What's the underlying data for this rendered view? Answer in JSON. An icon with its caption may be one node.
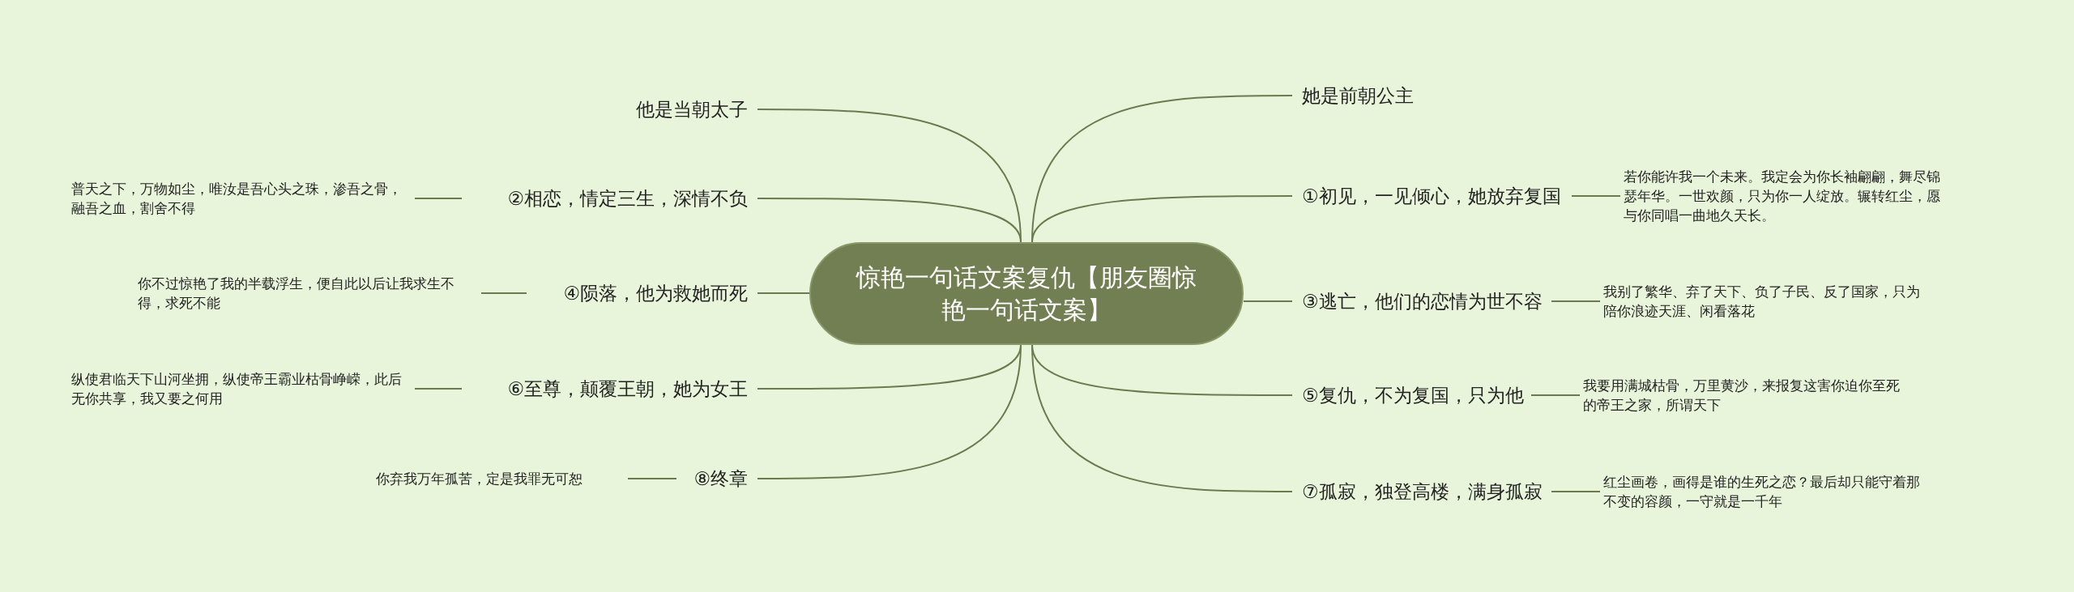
{
  "diagram": {
    "nodes": [
      {
        "text": [
          "惊艳一句话文案复仇【朋友圈惊艳一句话文案】"
        ]
      },
      {
        "text": [
          "他是当朝太子"
        ]
      },
      {
        "text": [
          "②相恋，情定三生，深情不负"
        ]
      },
      {
        "text": [
          "普天之下，万物如尘，唯汝是吾心头之珠，渗吾之骨，融吾之血，割舍不得"
        ]
      },
      {
        "text": [
          "④陨落，他为救她而死"
        ]
      },
      {
        "text": [
          "你不过惊艳了我的半载浮生，便自此以后让我求生不得，求死不能"
        ]
      },
      {
        "text": [
          "⑥至尊，颠覆王朝，她为女王"
        ]
      },
      {
        "text": [
          "纵使君临天下山河坐拥，纵使帝王霸业枯骨峥嵘，此后无你共享，我又要之何用"
        ]
      },
      {
        "text": [
          "⑧终章"
        ]
      },
      {
        "text": [
          "你弃我万年孤苦，定是我罪无可恕"
        ]
      },
      {
        "text": [
          "她是前朝公主"
        ]
      },
      {
        "text": [
          "①初见，一见倾心，她放弃复国"
        ]
      },
      {
        "text": [
          "若你能许我一个未来。我定会为你长袖翩翩，舞尽锦瑟年华。一世欢颜，只为你一人绽放。辗转红尘，愿与你同唱一曲地久天长。"
        ]
      },
      {
        "text": [
          "③逃亡，他们的恋情为世不容"
        ]
      },
      {
        "text": [
          "我别了繁华、弃了天下、负了子民、反了国家，只为陪你浪迹天涯、闲看落花"
        ]
      },
      {
        "text": [
          "⑤复仇，不为复国，只为他"
        ]
      },
      {
        "text": [
          "我要用满城枯骨，万里黄沙，来报复这害你迫你至死的帝王之家，所谓天下"
        ]
      },
      {
        "text": [
          "⑦孤寂，独登高楼，满身孤寂"
        ]
      },
      {
        "text": [
          "红尘画卷，画得是谁的生死之恋？最后却只能守着那不变的容颜，一守就是一千年"
        ]
      }
    ],
    "edges": [
      {
        "from": 0,
        "to": 1,
        "arrow": "none"
      },
      {
        "from": 0,
        "to": 2,
        "arrow": "none"
      },
      {
        "from": 2,
        "to": 3,
        "arrow": "none"
      },
      {
        "from": 0,
        "to": 4,
        "arrow": "none"
      },
      {
        "from": 4,
        "to": 5,
        "arrow": "none"
      },
      {
        "from": 0,
        "to": 6,
        "arrow": "none"
      },
      {
        "from": 6,
        "to": 7,
        "arrow": "none"
      },
      {
        "from": 0,
        "to": 8,
        "arrow": "none"
      },
      {
        "from": 8,
        "to": 9,
        "arrow": "none"
      },
      {
        "from": 0,
        "to": 10,
        "arrow": "none"
      },
      {
        "from": 0,
        "to": 11,
        "arrow": "none"
      },
      {
        "from": 11,
        "to": 12,
        "arrow": "none"
      },
      {
        "from": 0,
        "to": 13,
        "arrow": "none"
      },
      {
        "from": 13,
        "to": 14,
        "arrow": "none"
      },
      {
        "from": 0,
        "to": 15,
        "arrow": "none"
      },
      {
        "from": 15,
        "to": 16,
        "arrow": "none"
      },
      {
        "from": 0,
        "to": 17,
        "arrow": "none"
      },
      {
        "from": 17,
        "to": 18,
        "arrow": "none"
      }
    ]
  }
}
